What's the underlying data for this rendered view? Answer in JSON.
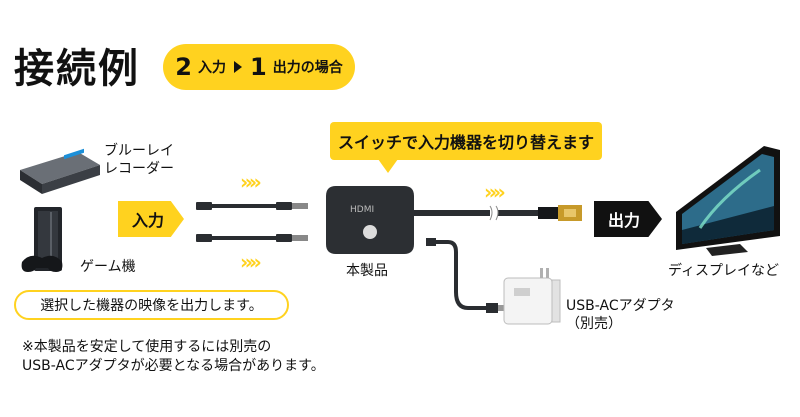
{
  "title": "接続例",
  "case": {
    "num_in": "2",
    "in_label": "入力",
    "num_out": "1",
    "out_label": "出力の場合"
  },
  "callout": "スイッチで入力機器を切り替えます",
  "devices": {
    "bluray": "ブルーレイ\nレコーダー",
    "game": "ゲーム機",
    "product": "本製品",
    "adapter": "USB-ACアダプタ\n（別売）",
    "display": "ディスプレイなど"
  },
  "arrows": {
    "input": "入力",
    "output": "出力"
  },
  "note": "選択した機器の映像を出力します。",
  "footnote": "※本製品を安定して使用するには別売の\nUSB-ACアダプタが必要となる場合があります。",
  "chevrons": "»»",
  "product_print": "HDMI"
}
